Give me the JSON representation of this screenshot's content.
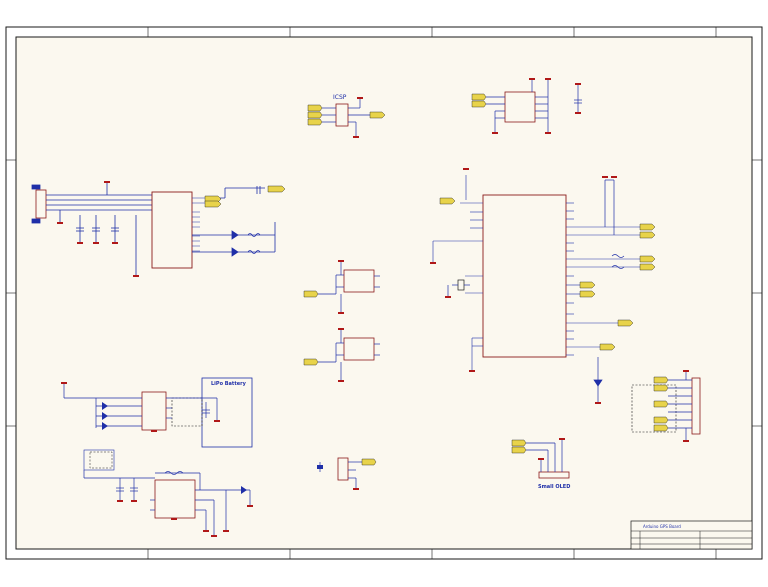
{
  "colors": {
    "sheet_fill": "#fbf8ef",
    "border": "#1a1a1a",
    "part_outline": "#8b1a1a",
    "part_fill": "#fbf8ef",
    "wire": "#1f2fa8",
    "power": "#b01818",
    "net_label": "#e8d34a",
    "text": "#1f2fa8"
  },
  "labels": {
    "icsp": "ICSP",
    "lipo_battery": "LiPo Battery",
    "small_oled": "Small OLED",
    "title_block": "Arduino GPS Board"
  }
}
